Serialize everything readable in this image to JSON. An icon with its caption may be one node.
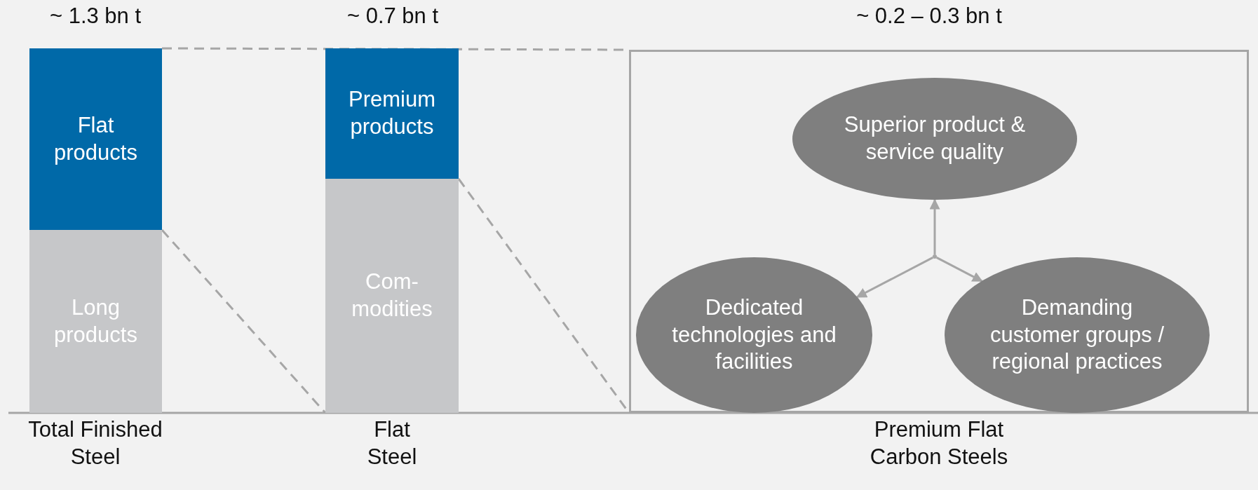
{
  "diagram": {
    "nodes": [
      {
        "text": [
          "Flat products"
        ]
      },
      {
        "text": [
          "Long products"
        ]
      },
      {
        "text": [
          "Premium products"
        ]
      },
      {
        "text": [
          "Com- modities"
        ]
      },
      {
        "text": [],
        "shape": "box"
      },
      {
        "text": [
          "Superior product & service quality"
        ],
        "in": 4
      },
      {
        "text": [
          "Dedicated technologies and facilities"
        ],
        "in": 4
      },
      {
        "text": [
          "Demanding customer groups / regional practices"
        ],
        "in": 4
      },
      {
        "text": [],
        "shape": "dot",
        "in": 4
      }
    ],
    "edges": [
      {
        "from": 0,
        "to": 4,
        "arrow": "none",
        "style": "dashed"
      },
      {
        "from": 0,
        "to": 3,
        "arrow": "none",
        "style": "dashed"
      },
      {
        "from": 2,
        "to": 4,
        "arrow": "none",
        "style": "dashed"
      },
      {
        "from": 8,
        "to": 5,
        "arrow": "to"
      },
      {
        "from": 8,
        "to": 6,
        "arrow": "to"
      },
      {
        "from": 8,
        "to": 7,
        "arrow": "to"
      }
    ],
    "labels": [
      "~ 1.3 bn t",
      "~ 0.7 bn t",
      "~ 0.2 – 0.3 bn t",
      "Total Finished Steel",
      "Flat Steel",
      "Premium Flat Carbon Steels"
    ]
  }
}
